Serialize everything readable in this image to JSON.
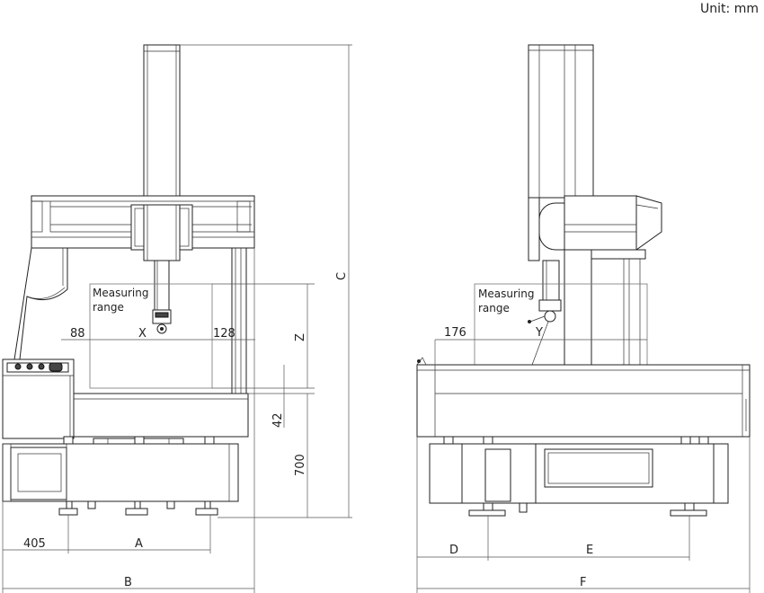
{
  "unit_label": "Unit: mm",
  "front_view": {
    "measuring_range_line1": "Measuring",
    "measuring_range_line2": "range",
    "dims": {
      "left_offset": "88",
      "x": "X",
      "right_offset": "128",
      "z": "Z",
      "gap": "42",
      "height": "700",
      "total_height": "C",
      "foot_offset": "405",
      "foot_span": "A",
      "overall_width": "B"
    }
  },
  "side_view": {
    "measuring_range_line1": "Measuring",
    "measuring_range_line2": "range",
    "dims": {
      "offset": "176",
      "y": "Y",
      "foot_offset": "D",
      "foot_span": "E",
      "overall_depth": "F"
    }
  }
}
